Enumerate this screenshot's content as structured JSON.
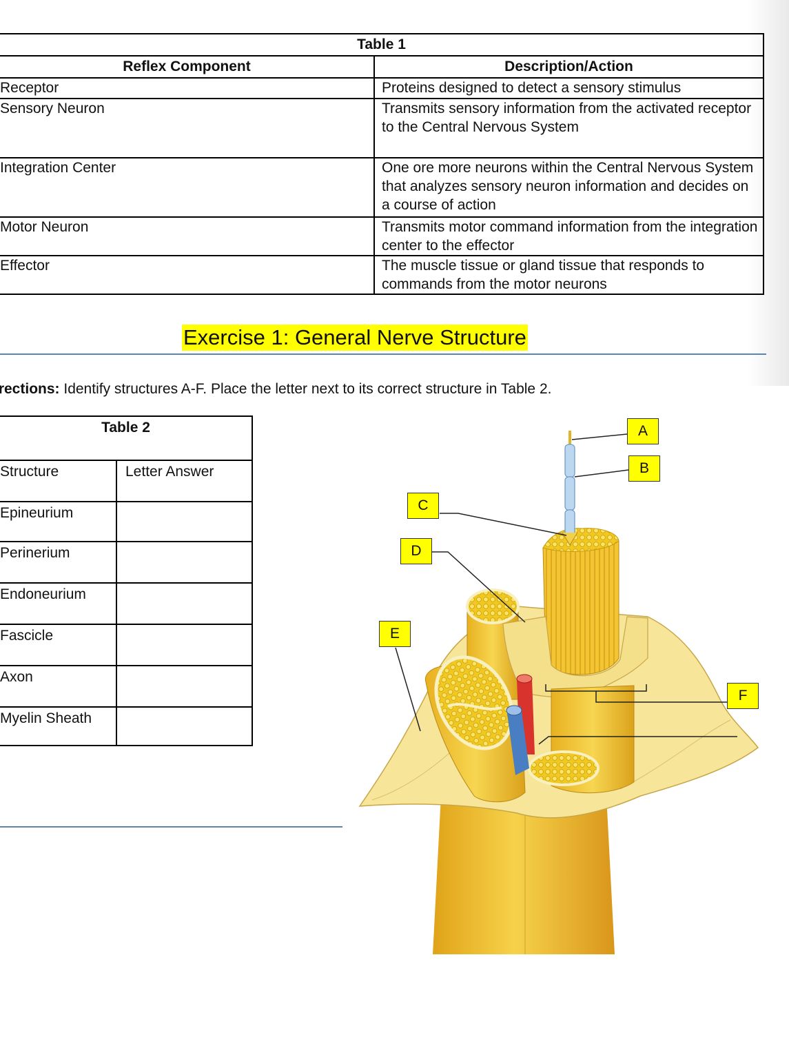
{
  "table1": {
    "caption": "Table 1",
    "headers": [
      "Reflex Component",
      "Description/Action"
    ],
    "rows": [
      {
        "component": "Receptor",
        "description": "Proteins designed to detect a sensory stimulus"
      },
      {
        "component": "Sensory Neuron",
        "description": "Transmits sensory information from the activated receptor to the Central Nervous System"
      },
      {
        "component": "Integration Center",
        "description": "One ore more neurons within the Central Nervous System that analyzes sensory neuron information and decides on a course of action"
      },
      {
        "component": "Motor Neuron",
        "description": "Transmits motor command information from the integration center to the effector"
      },
      {
        "component": "Effector",
        "description": "The muscle tissue or gland tissue that responds to commands from the motor neurons"
      }
    ]
  },
  "exercise": {
    "title": "Exercise 1:  General Nerve Structure",
    "directions_label": "irections:",
    "directions_text": " Identify structures A-F.  Place the letter next to its correct structure in Table 2."
  },
  "table2": {
    "caption": "Table 2",
    "headers": [
      "Structure",
      "Letter Answer"
    ],
    "rows": [
      {
        "structure": "Epineurium",
        "answer": ""
      },
      {
        "structure": "Perinerium",
        "answer": ""
      },
      {
        "structure": "Endoneurium",
        "answer": ""
      },
      {
        "structure": "Fascicle",
        "answer": ""
      },
      {
        "structure": "Axon",
        "answer": ""
      },
      {
        "structure": "Myelin Sheath",
        "answer": ""
      }
    ]
  },
  "diagram": {
    "labels": [
      "A",
      "B",
      "C",
      "D",
      "E",
      "F"
    ]
  },
  "colors": {
    "highlight": "#ffff00",
    "rule": "#5a84b8",
    "nerve_yellow": "#f2cc3a",
    "artery": "#d8332c",
    "vein": "#4a7ec2"
  }
}
